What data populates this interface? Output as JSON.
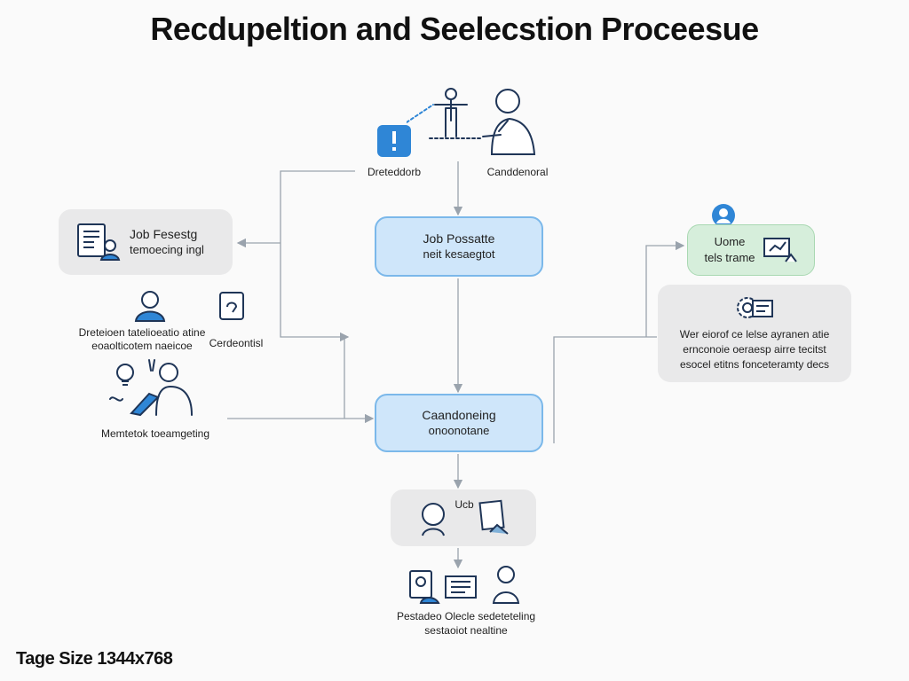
{
  "title": "Recdupeltion and Seelecstion Proceesue",
  "footer": "Tage Size 1344x768",
  "colors": {
    "accent_blue": "#2f86d6",
    "box_blue": "#cfe6fa",
    "box_grey": "#e9e9ea",
    "box_green": "#d6eedb",
    "line": "#9aa3ad"
  },
  "top": {
    "left_caption": "Dreteddorb",
    "right_caption": "Canddenoral"
  },
  "boxes": {
    "job_posting_left": {
      "line1": "Job Fesestg",
      "line2": "temoecing ingl"
    },
    "job_posting_center": {
      "line1": "Job Possatte",
      "line2": "neit kesaegtot"
    },
    "candidate_center": {
      "line1": "Caandoneing",
      "line2": "onoonotane"
    },
    "interview": {
      "line1": "Ucb"
    },
    "right_green": {
      "line1": "Uome",
      "line2": "tels trame"
    },
    "right_grey": {
      "line1": "Wer eiorof ce lelse ayranen atie",
      "line2": "ernconoie oeraesp airre tecitst",
      "line3": "esocel etitns fonceteramty decs"
    }
  },
  "left": {
    "caption1a": "Dreteioen tatelioeatio atine",
    "caption1b": "eoaolticotem naeicoe",
    "caption2": "Cerdeontisl",
    "caption3": "Memtetok toeamgeting"
  },
  "bottom": {
    "caption1": "Pestadeo Olecle sedeteteling",
    "caption2": "sestaoiot nealtine"
  },
  "icons": [
    "alert-icon",
    "person-standing-icon",
    "person-thinking-icon",
    "document-person-icon",
    "person-avatar-icon",
    "phone-document-icon",
    "lightbulb-icon",
    "group-discussion-icon",
    "user-badge-icon",
    "presentation-icon",
    "settings-document-icon",
    "person-head-icon",
    "document-check-icon",
    "id-card-icon",
    "checklist-icon",
    "woman-icon"
  ]
}
